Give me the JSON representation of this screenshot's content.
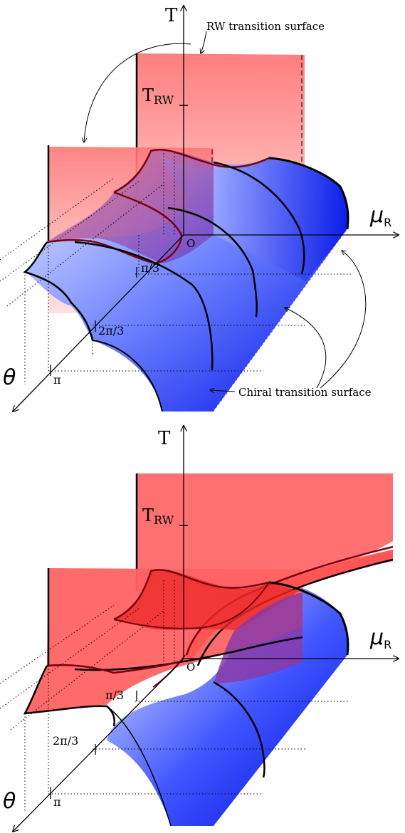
{
  "top_panel": {
    "axis_t": "T",
    "axis_mu_main": "μ",
    "axis_mu_sub": "R",
    "axis_theta": "θ",
    "origin": "O",
    "t_rw_main": "T",
    "t_rw_sub": "RW",
    "tick_pi3": "π/3",
    "tick_2pi3": "2π/3",
    "tick_pi": "π",
    "rw_surface_label": "RW transition surface",
    "chiral_surface_label": "Chiral transition surface"
  },
  "bottom_panel": {
    "axis_t": "T",
    "axis_mu_main": "μ",
    "axis_mu_sub": "R",
    "axis_theta": "θ",
    "origin": "O",
    "t_rw_main": "T",
    "t_rw_sub": "RW",
    "tick_pi3": "π/3",
    "tick_2pi3": "2π/3",
    "tick_pi": "π"
  },
  "colors": {
    "rw_surface": "#ff6b6b",
    "chiral_surface": "#0022ee",
    "overlap_surface": "#8a3aa8"
  }
}
